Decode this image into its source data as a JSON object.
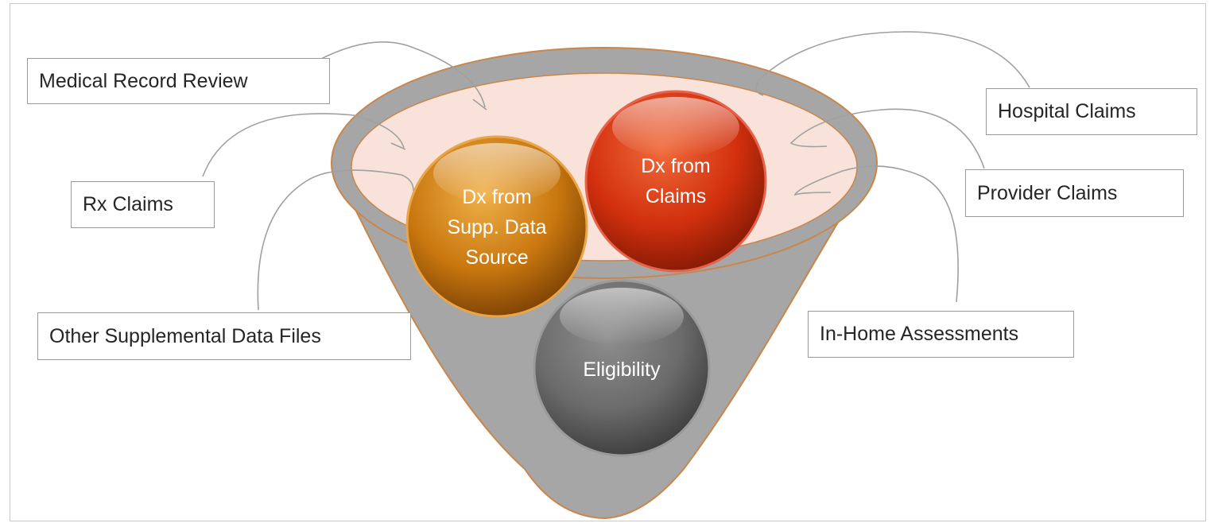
{
  "diagram": {
    "sources_left": [
      {
        "key": "medical_record_review",
        "label": "Medical Record Review"
      },
      {
        "key": "rx_claims",
        "label": "Rx Claims"
      },
      {
        "key": "other_supplemental",
        "label": "Other Supplemental Data Files"
      }
    ],
    "sources_right": [
      {
        "key": "hospital_claims",
        "label": "Hospital Claims"
      },
      {
        "key": "provider_claims",
        "label": "Provider Claims"
      },
      {
        "key": "in_home_assessments",
        "label": "In-Home Assessments"
      }
    ],
    "circles": [
      {
        "key": "dx_supp",
        "label": "Dx from\nSupp. Data\nSource",
        "color": "#c9770f"
      },
      {
        "key": "dx_claims",
        "label": "Dx from\nClaims",
        "color": "#d2300e"
      },
      {
        "key": "eligibility",
        "label": "Eligibility",
        "color": "#6b6b6b"
      }
    ],
    "colors": {
      "funnel": "#a6a6a6",
      "funnel_outline": "#c9864a",
      "funnel_mouth": "#f8e2da",
      "connector": "#a0a0a0"
    }
  }
}
